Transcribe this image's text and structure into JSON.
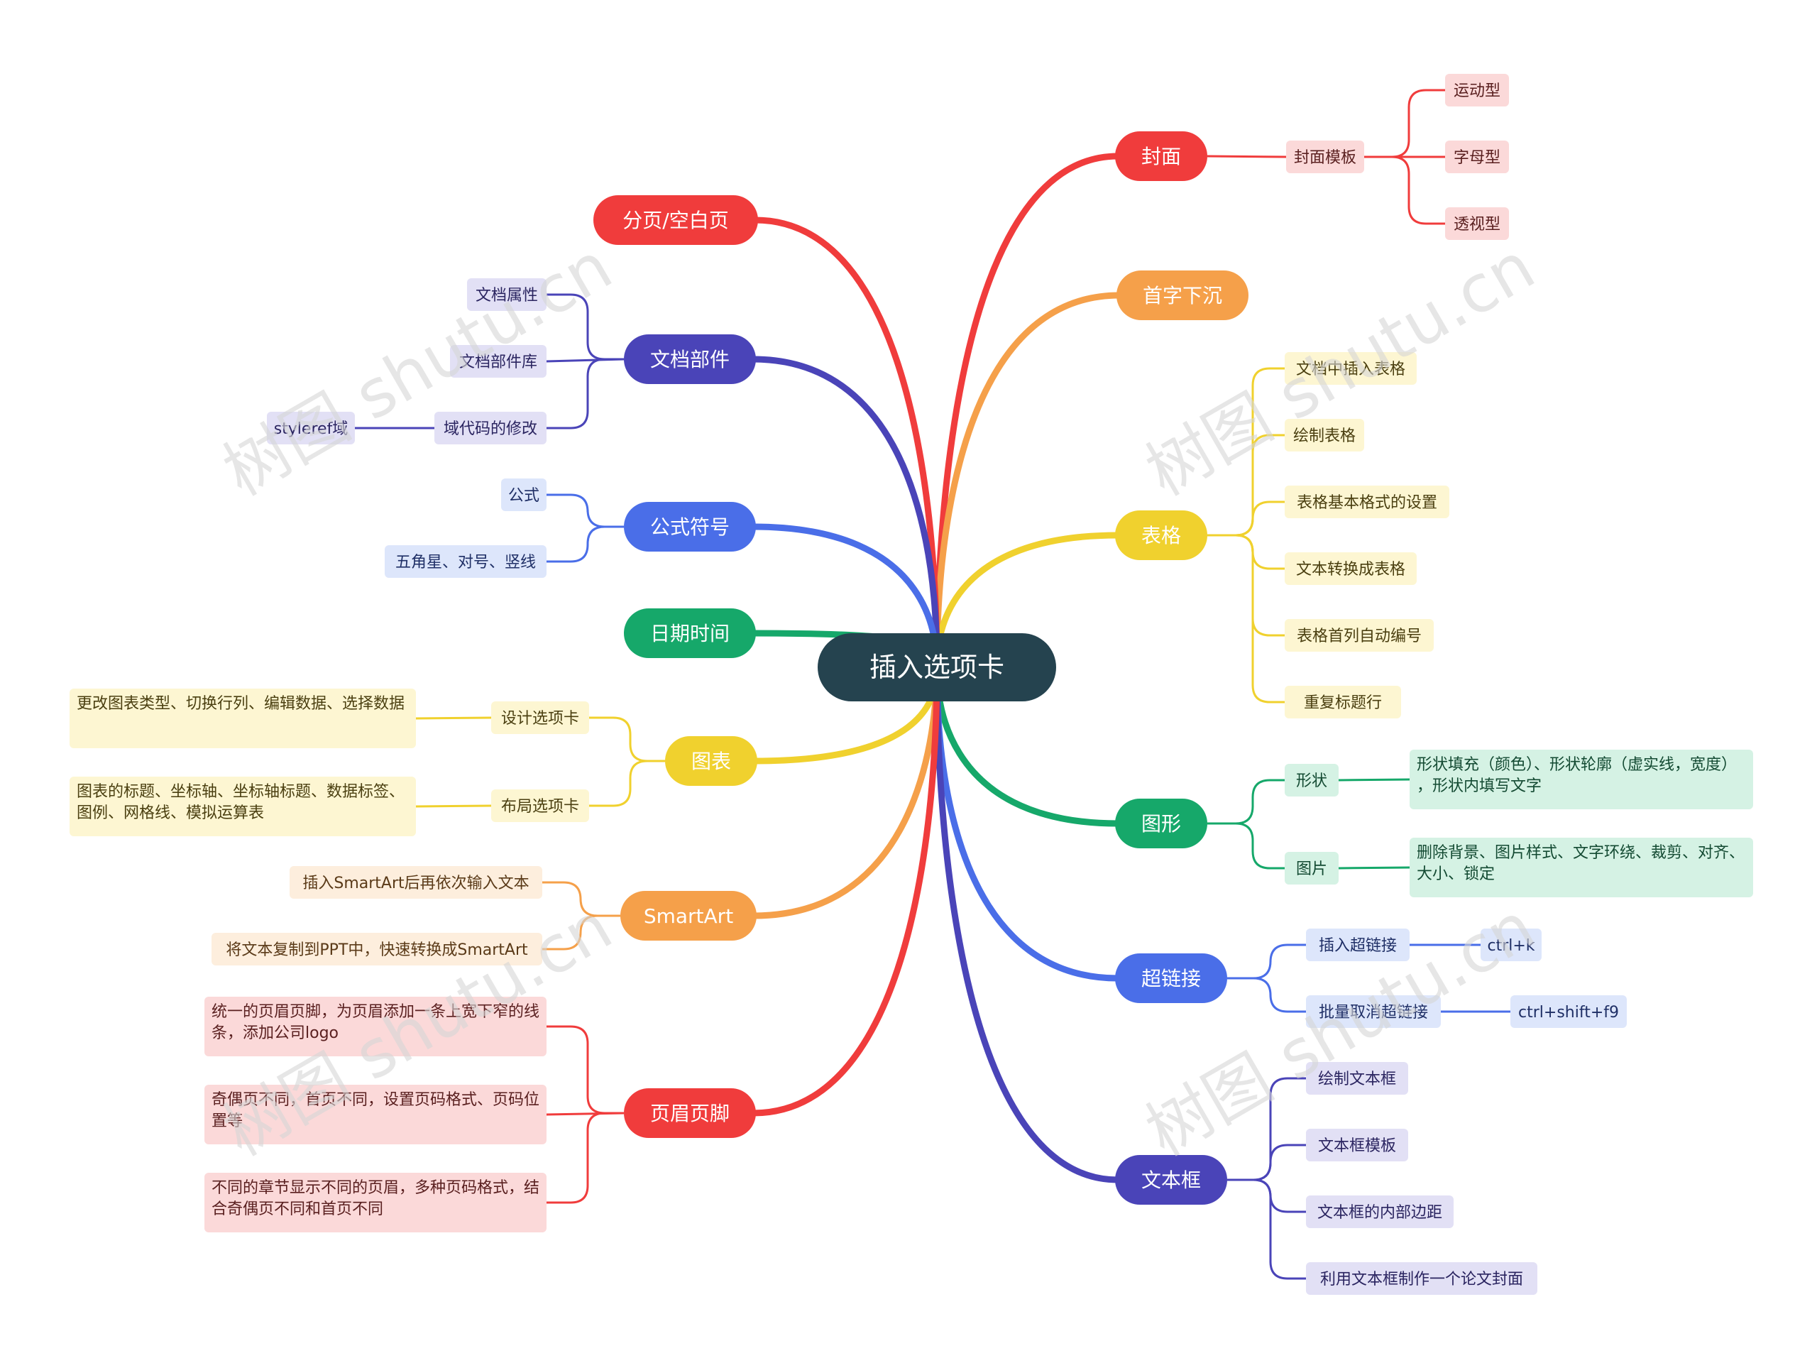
{
  "colors": {
    "red": "#f03c3c",
    "redFill": "#fbd9d9",
    "redText": "#5a2020",
    "orange": "#f5a04a",
    "orangeFill": "#fdeedd",
    "orangeText": "#5a3a18",
    "yellow": "#f0d12e",
    "yellowFill": "#fdf6d2",
    "yellowText": "#4a3f10",
    "indigo": "#4a44b8",
    "indigoFill": "#e2e0f5",
    "indigoText": "#2a2460",
    "blue": "#4a6ee8",
    "blueFill": "#dde6fb",
    "blueText": "#1f2f66",
    "green": "#16a86a",
    "greenFill": "#d5f2e4",
    "greenText": "#134a32",
    "root": "#25434f",
    "rootText": "#ffffff",
    "mainText": "#ffffff",
    "watermark": "#d6d6d6"
  },
  "root": "插入选项卡",
  "watermark": "树图 shutu.cn",
  "branches": [
    {
      "id": "cover",
      "label": "封面",
      "color": "red",
      "side": "right",
      "children": [
        {
          "label": "封面模板",
          "children": [
            {
              "label": "运动型"
            },
            {
              "label": "字母型"
            },
            {
              "label": "透视型"
            }
          ]
        }
      ]
    },
    {
      "id": "dropcap",
      "label": "首字下沉",
      "color": "orange",
      "side": "right",
      "children": []
    },
    {
      "id": "table",
      "label": "表格",
      "color": "yellow",
      "side": "right",
      "children": [
        {
          "label": "文档中插入表格"
        },
        {
          "label": "绘制表格"
        },
        {
          "label": "表格基本格式的设置"
        },
        {
          "label": "文本转换成表格"
        },
        {
          "label": "表格首列自动编号"
        },
        {
          "label": "重复标题行"
        }
      ]
    },
    {
      "id": "graphics",
      "label": "图形",
      "color": "green",
      "side": "right",
      "children": [
        {
          "label": "形状",
          "children": [
            {
              "label": "形状填充（颜色）、形状轮廓（虚实线，宽度），形状内填写文字"
            }
          ]
        },
        {
          "label": "图片",
          "children": [
            {
              "label": "删除背景、图片样式、文字环绕、裁剪、对齐、大小、锁定"
            }
          ]
        }
      ]
    },
    {
      "id": "hyperlink",
      "label": "超链接",
      "color": "blue",
      "side": "right",
      "children": [
        {
          "label": "插入超链接",
          "children": [
            {
              "label": "ctrl+k"
            }
          ]
        },
        {
          "label": "批量取消超链接",
          "children": [
            {
              "label": "ctrl+shift+f9"
            }
          ]
        }
      ]
    },
    {
      "id": "textbox",
      "label": "文本框",
      "color": "indigo",
      "side": "right",
      "children": [
        {
          "label": "绘制文本框"
        },
        {
          "label": "文本框模板"
        },
        {
          "label": "文本框的内部边距"
        },
        {
          "label": "利用文本框制作一个论文封面"
        }
      ]
    },
    {
      "id": "pagebreak",
      "label": "分页/空白页",
      "color": "red",
      "side": "left",
      "children": []
    },
    {
      "id": "docparts",
      "label": "文档部件",
      "color": "indigo",
      "side": "left",
      "children": [
        {
          "label": "文档属性"
        },
        {
          "label": "文档部件库"
        },
        {
          "label": "域代码的修改",
          "children": [
            {
              "label": "styleref域"
            }
          ]
        }
      ]
    },
    {
      "id": "equation",
      "label": "公式符号",
      "color": "blue",
      "side": "left",
      "children": [
        {
          "label": "公式"
        },
        {
          "label": "五角星、对号、竖线"
        }
      ]
    },
    {
      "id": "datetime",
      "label": "日期时间",
      "color": "green",
      "side": "left",
      "children": []
    },
    {
      "id": "chart",
      "label": "图表",
      "color": "yellow",
      "side": "left",
      "children": [
        {
          "label": "设计选项卡",
          "children": [
            {
              "label": "更改图表类型、切换行列、编辑数据、选择数据"
            }
          ]
        },
        {
          "label": "布局选项卡",
          "children": [
            {
              "label": "图表的标题、坐标轴、坐标轴标题、数据标签、图例、网格线、模拟运算表"
            }
          ]
        }
      ]
    },
    {
      "id": "smartart",
      "label": "SmartArt",
      "color": "orange",
      "side": "left",
      "children": [
        {
          "label": "插入SmartArt后再依次输入文本"
        },
        {
          "label": "将文本复制到PPT中，快速转换成SmartArt"
        }
      ]
    },
    {
      "id": "headerfooter",
      "label": "页眉页脚",
      "color": "red",
      "side": "left",
      "children": [
        {
          "label": "统一的页眉页脚，为页眉添加一条上宽下窄的线条，添加公司logo"
        },
        {
          "label": "奇偶页不同，首页不同，设置页码格式、页码位置等"
        },
        {
          "label": "不同的章节显示不同的页眉，多种页码格式，结合奇偶页不同和首页不同"
        }
      ]
    }
  ]
}
